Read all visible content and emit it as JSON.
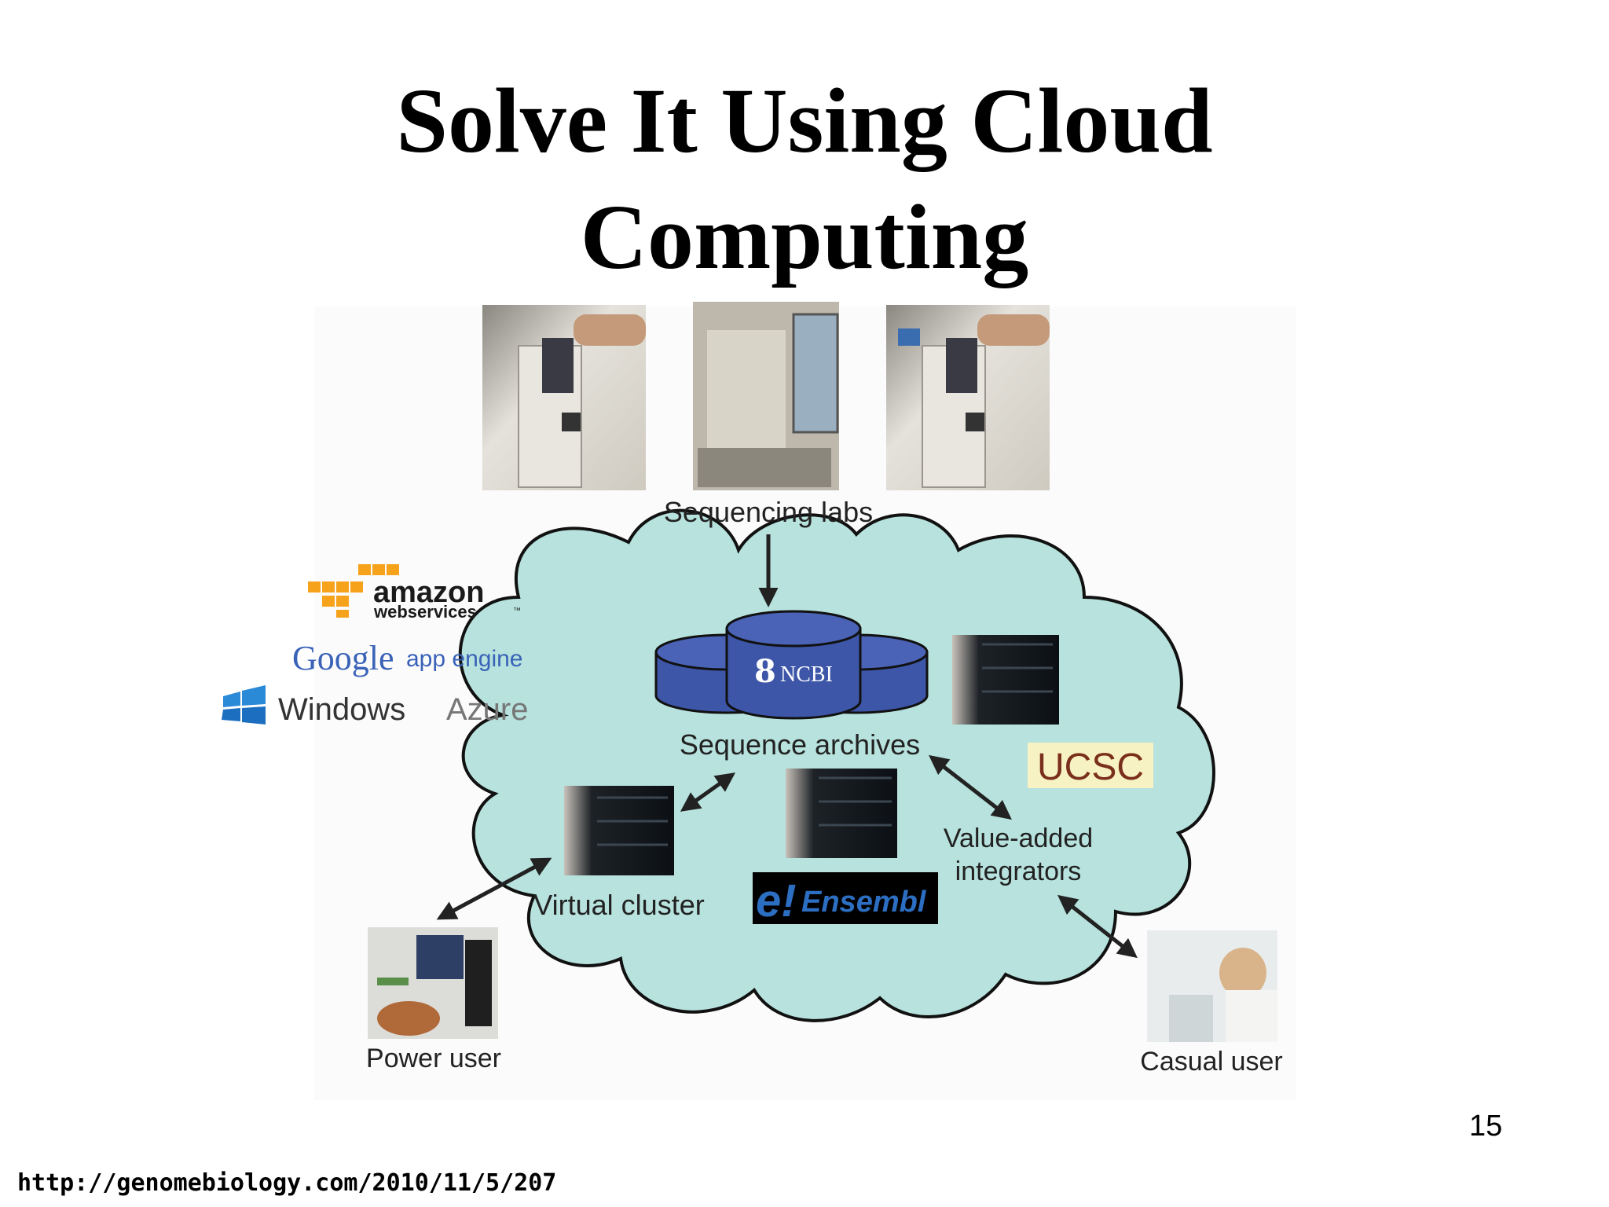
{
  "slide": {
    "title_line1": "Solve It Using Cloud",
    "title_line2": "Computing",
    "page_number": "15",
    "source_url": "http://genomebiology.com/2010/11/5/207"
  },
  "diagram": {
    "top_label": "Sequencing labs",
    "center_label": "Sequence archives",
    "ncbi_label": "NCBI",
    "ucsc_label": "UCSC",
    "integrators_line1": "Value-added",
    "integrators_line2": "integrators",
    "cluster_label": "Virtual cluster",
    "ensembl_label": "Ensembl",
    "ensembl_e": "e!",
    "power_user_label": "Power user",
    "casual_user_label": "Casual user"
  },
  "providers": {
    "amazon_line1": "amazon",
    "amazon_line2": "webservices",
    "amazon_tm": "™",
    "google_word": "Google",
    "google_suffix": "app engine",
    "windows_word": "Windows",
    "azure_word": "Azure"
  },
  "colors": {
    "cloud_fill": "#b7e2dd",
    "cloud_stroke": "#111111",
    "ncbi_blue": "#3d56a8",
    "ucsc_bg": "#f7f2c4",
    "amazon_orange": "#f7a21b",
    "ensembl_blue": "#2c6fc2"
  }
}
